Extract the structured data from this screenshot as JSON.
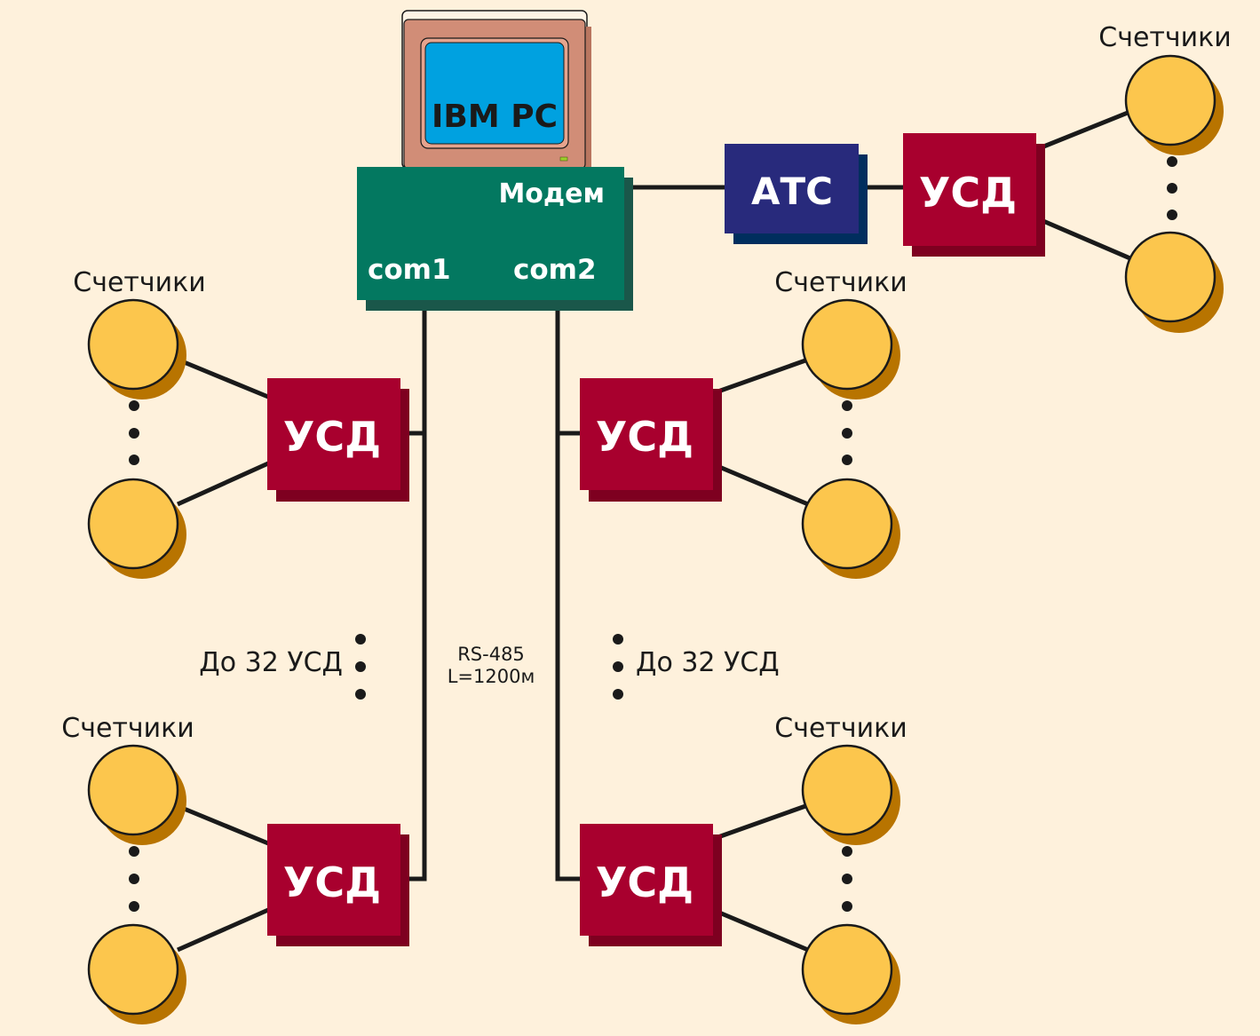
{
  "colors": {
    "background": "#fef1dc",
    "usd_fill": "#a8002e",
    "usd_shadow": "#7e0020",
    "ats_fill": "#282a7c",
    "ats_shadow": "#002e5e",
    "modem_fill": "#037860",
    "modem_shadow": "#1a574a",
    "meter_fill": "#fcc64d",
    "meter_shadow": "#b87400",
    "monitor_body": "#d18d77",
    "monitor_screen": "#00a1e0",
    "line": "#1a1a1a"
  },
  "pc": {
    "label": "IBM PC"
  },
  "modem": {
    "label": "Модем",
    "port1": "com1",
    "port2": "com2"
  },
  "ats": {
    "label": "АТС"
  },
  "usd": {
    "remote": "УСД",
    "left_top": "УСД",
    "left_bottom": "УСД",
    "right_top": "УСД",
    "right_bottom": "УСД"
  },
  "meters": {
    "remote_title": "Счетчики",
    "left_top_title": "Счетчики",
    "left_bottom_title": "Счетчики",
    "right_top_title": "Счетчики",
    "right_bottom_title": "Счетчики"
  },
  "bus": {
    "standard": "RS-485",
    "length": "L=1200м",
    "left_capacity": "До 32 УСД",
    "right_capacity": "До 32 УСД"
  }
}
